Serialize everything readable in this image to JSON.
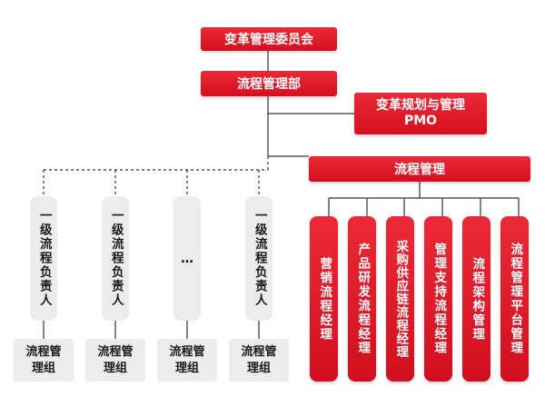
{
  "top": {
    "committee": "变革管理委员会",
    "department": "流程管理部",
    "pmo_line1": "变革规划与管理",
    "pmo_line2": "PMO",
    "process_mgmt": "流程管理"
  },
  "owners": [
    {
      "label": "一级流程负责人",
      "group": "流程管理组"
    },
    {
      "label": "一级流程负责人",
      "group": "流程管理组"
    },
    {
      "label": "…",
      "group": "流程管理组"
    },
    {
      "label": "一级流程负责人",
      "group": "流程管理组"
    }
  ],
  "managers": [
    "营销流程经理",
    "产品研发流程经理",
    "采购供应链流程经理",
    "管理支持流程经理",
    "流程架构管理",
    "流程管理平台管理"
  ],
  "colors": {
    "red": "#d9141f",
    "grey": "#ececec",
    "line": "#333333"
  }
}
